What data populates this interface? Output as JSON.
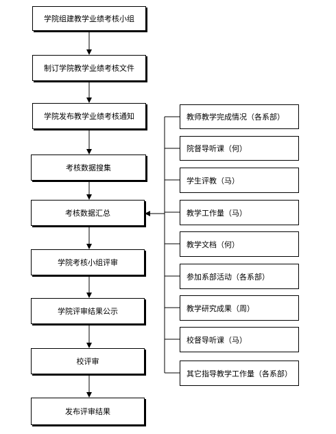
{
  "flow": {
    "steps": [
      "学院组建教学业绩考核小组",
      "制订学院教学业绩考核文件",
      "学院发布教学业绩考核通知",
      "考核数据搜集",
      "考核数据汇总",
      "学院考核小组评审",
      "学院评审结果公示",
      "校评审",
      "发布评审结果"
    ],
    "sources": [
      "教师教学完成情况（各系部）",
      "院督导听课（何）",
      "学生评教（马）",
      "教学工作量（马）",
      "教学文档（何）",
      "参加系部活动（各系部）",
      "教学研究成果（周）",
      "校督导听课（马）",
      "其它指导教学工作量（各系部）"
    ]
  }
}
